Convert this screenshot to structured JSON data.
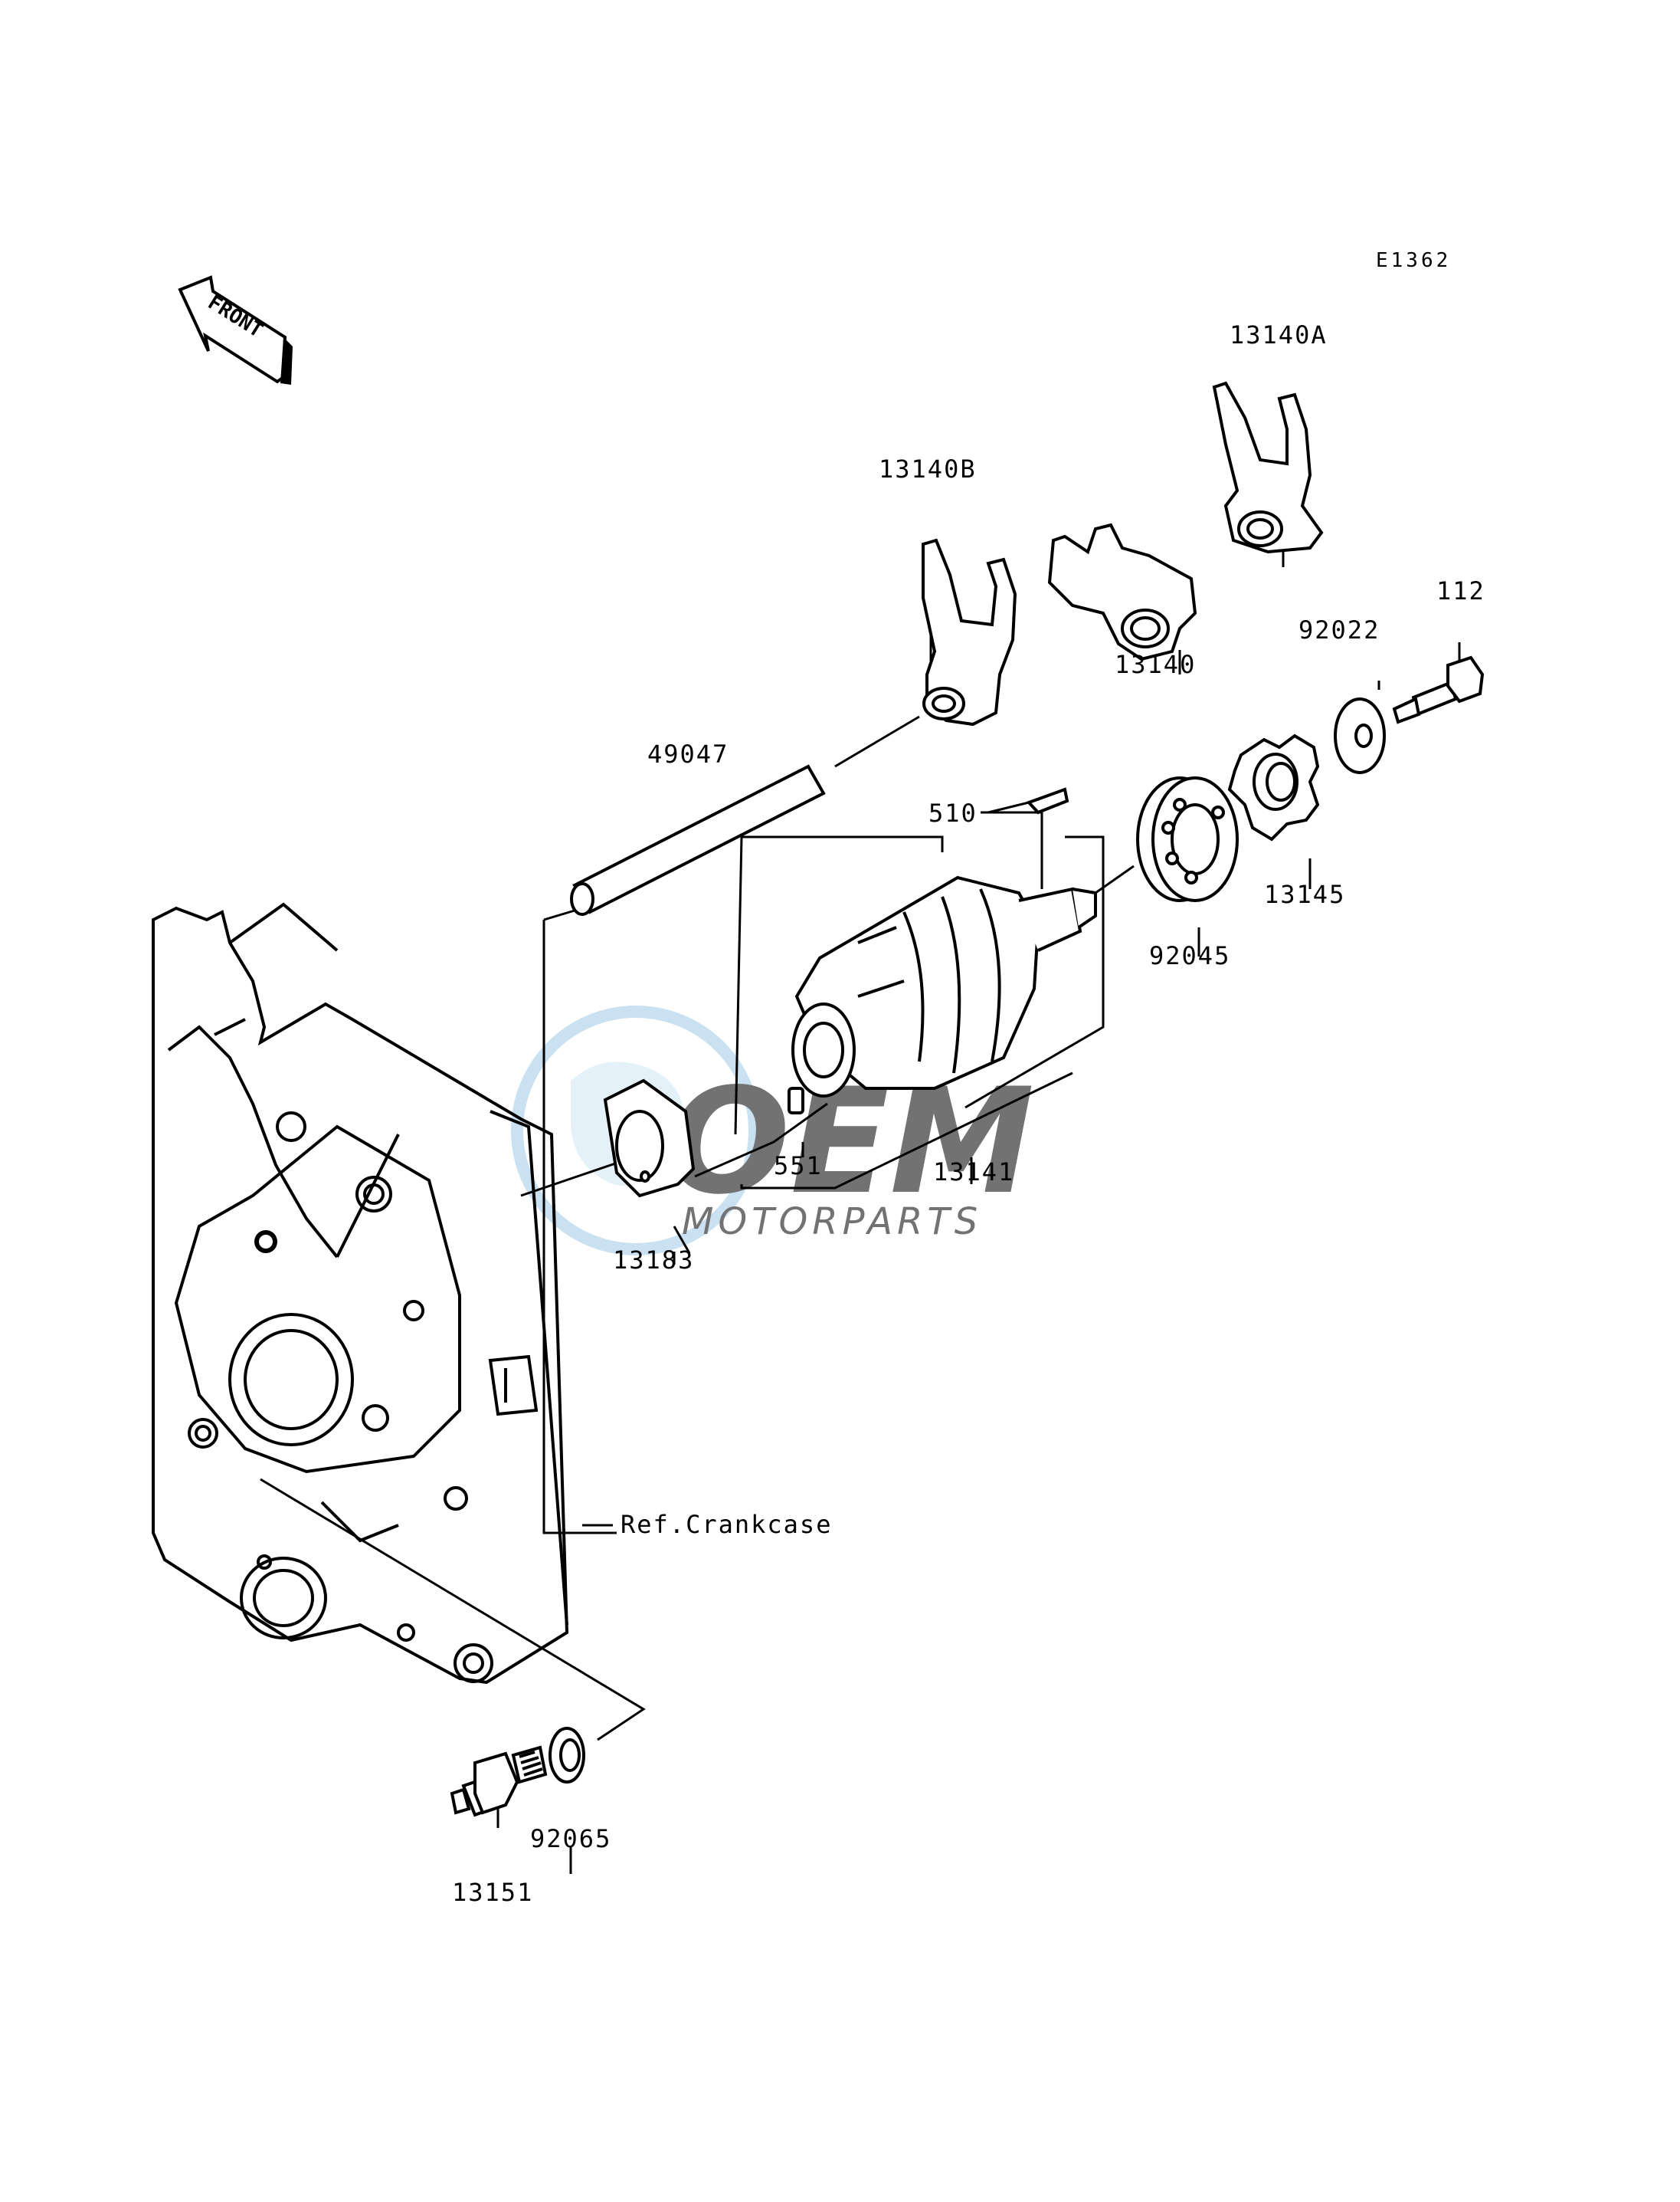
{
  "diagram": {
    "code": "E1362",
    "front_arrow_text": "FRONT",
    "reference_text": "Ref.Crankcase",
    "parts": [
      {
        "id": "13140A",
        "name": "fork-13140a"
      },
      {
        "id": "13140B",
        "name": "fork-13140b"
      },
      {
        "id": "13140",
        "name": "fork-13140"
      },
      {
        "id": "112",
        "name": "bolt-112"
      },
      {
        "id": "92022",
        "name": "washer-92022"
      },
      {
        "id": "49047",
        "name": "shaft-49047"
      },
      {
        "id": "510",
        "name": "key-510"
      },
      {
        "id": "13145",
        "name": "star-13145"
      },
      {
        "id": "92045",
        "name": "bearing-92045"
      },
      {
        "id": "551",
        "name": "pin-551"
      },
      {
        "id": "13141",
        "name": "drum-13141"
      },
      {
        "id": "13183",
        "name": "plate-13183"
      },
      {
        "id": "92065",
        "name": "washer-92065"
      },
      {
        "id": "13151",
        "name": "switch-13151"
      }
    ]
  },
  "watermark": {
    "brand": "OEM",
    "sub": "MOTORPARTS",
    "color": "#9ec9e6"
  }
}
